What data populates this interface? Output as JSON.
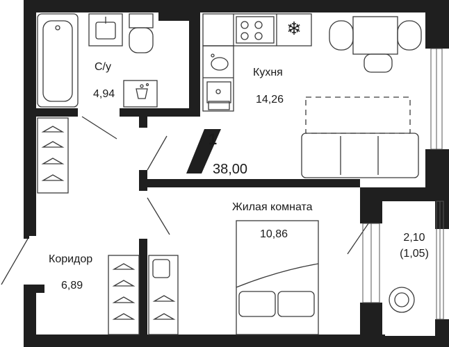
{
  "plan": {
    "total_area": "38,00",
    "room_count": "1",
    "rooms": {
      "bathroom": {
        "name": "С/у",
        "area": "4,94"
      },
      "kitchen": {
        "name": "Кухня",
        "area": "14,26"
      },
      "living": {
        "name": "Жилая комната",
        "area": "10,86"
      },
      "corridor": {
        "name": "Коридор",
        "area": "6,89"
      },
      "balcony": {
        "area": "2,10",
        "area_reduced": "(1,05)"
      }
    },
    "colors": {
      "wall": "#1f1f1f",
      "background": "#ffffff",
      "line": "#3a3a3a"
    }
  }
}
